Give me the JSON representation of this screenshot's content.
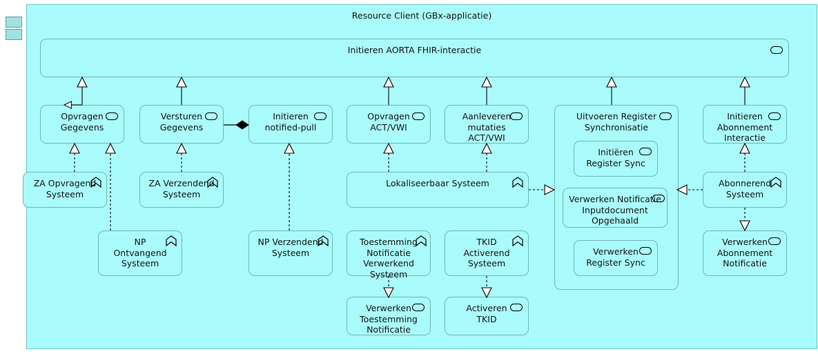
{
  "diagram": {
    "type": "archimate-application-diagram",
    "colors": {
      "fill": "#aafcfc",
      "stroke": "#6fb5b5",
      "container_stroke": "#6fc4c4",
      "notch_fill": "#9fe3e3",
      "text": "#131313",
      "relation": "#000000"
    }
  },
  "container": {
    "title": "Resource Client (GBx-applicatie)",
    "icon": "component-icon"
  },
  "root_process": {
    "label": "Initieren AORTA FHIR-interactie",
    "icon": "process-icon"
  },
  "nodes": [
    {
      "id": "opvragen_gegevens",
      "label": "Opvragen\nGegevens",
      "icon": "process-icon"
    },
    {
      "id": "versturen_gegevens",
      "label": "Versturen\nGegevens",
      "icon": "process-icon"
    },
    {
      "id": "initieren_notified_pull",
      "label": "Initieren\nnotified-pull",
      "icon": "process-icon"
    },
    {
      "id": "opvragen_act_vwi",
      "label": "Opvragen\nACT/VWI",
      "icon": "process-icon"
    },
    {
      "id": "aanleveren_mutaties",
      "label": "Aanleveren\nmutaties\nACT/VWI",
      "icon": "process-icon"
    },
    {
      "id": "uitvoeren_register_sync",
      "label": "Uitvoeren Register\nSynchronisatie",
      "icon": "process-icon"
    },
    {
      "id": "initieren_abonnement",
      "label": "Initieren\nAbonnement\nInteractie",
      "icon": "process-icon"
    },
    {
      "id": "initieren_register_sync",
      "label": "Initiëren\nRegister Sync",
      "icon": "process-icon"
    },
    {
      "id": "verwerken_notificatie",
      "label": "Verwerken Notificatie\nInputdocument\nOpgehaald",
      "icon": "process-icon"
    },
    {
      "id": "verwerken_register_sync",
      "label": "Verwerken\nRegister Sync",
      "icon": "process-icon"
    },
    {
      "id": "za_opvragend",
      "label": "ZA Opvragend\nSysteem",
      "icon": "role-icon"
    },
    {
      "id": "za_verzendend",
      "label": "ZA Verzendend\nSysteem",
      "icon": "role-icon"
    },
    {
      "id": "np_ontvangend",
      "label": "NP\nOntvangend\nSysteem",
      "icon": "role-icon"
    },
    {
      "id": "np_verzendend",
      "label": "NP Verzendend\nSysteem",
      "icon": "role-icon"
    },
    {
      "id": "lokaliseerbaar",
      "label": "Lokaliseerbaar Systeem",
      "icon": "role-icon"
    },
    {
      "id": "abonnerend",
      "label": "Abonnerend\nSysteem",
      "icon": "role-icon"
    },
    {
      "id": "toestemming_notificatie",
      "label": "Toestemming\nNotificatie\nVerwerkend\nSysteem",
      "icon": "role-icon"
    },
    {
      "id": "tkid_activerend",
      "label": "TKID\nActiverend\nSysteem",
      "icon": "role-icon"
    },
    {
      "id": "verwerken_toestemming",
      "label": "Verwerken\nToestemming\nNotificatie",
      "icon": "process-icon"
    },
    {
      "id": "activeren_tkid",
      "label": "Activeren\nTKID",
      "icon": "process-icon"
    },
    {
      "id": "verwerken_abonnement",
      "label": "Verwerken\nAbonnement\nNotificatie",
      "icon": "process-icon"
    }
  ],
  "relations": [
    {
      "from": "opvragen_gegevens",
      "to": "root_process",
      "type": "specialization"
    },
    {
      "from": "versturen_gegevens",
      "to": "root_process",
      "type": "specialization"
    },
    {
      "from": "opvragen_act_vwi",
      "to": "root_process",
      "type": "specialization"
    },
    {
      "from": "aanleveren_mutaties",
      "to": "root_process",
      "type": "specialization"
    },
    {
      "from": "uitvoeren_register_sync",
      "to": "root_process",
      "type": "specialization"
    },
    {
      "from": "initieren_abonnement",
      "to": "root_process",
      "type": "specialization"
    },
    {
      "from": "versturen_gegevens",
      "to": "initieren_notified_pull",
      "type": "composition"
    },
    {
      "from": "za_opvragend",
      "to": "opvragen_gegevens",
      "type": "realization"
    },
    {
      "from": "np_ontvangend",
      "to": "opvragen_gegevens",
      "type": "realization"
    },
    {
      "from": "za_verzendend",
      "to": "versturen_gegevens",
      "type": "realization"
    },
    {
      "from": "np_verzendend",
      "to": "initieren_notified_pull",
      "type": "realization"
    },
    {
      "from": "lokaliseerbaar",
      "to": "opvragen_act_vwi",
      "type": "realization"
    },
    {
      "from": "lokaliseerbaar",
      "to": "aanleveren_mutaties",
      "type": "realization"
    },
    {
      "from": "lokaliseerbaar",
      "to": "uitvoeren_register_sync",
      "type": "realization"
    },
    {
      "from": "abonnerend",
      "to": "initieren_abonnement",
      "type": "realization"
    },
    {
      "from": "abonnerend",
      "to": "verwerken_notificatie",
      "type": "realization"
    },
    {
      "from": "abonnerend",
      "to": "verwerken_abonnement",
      "type": "realization"
    },
    {
      "from": "toestemming_notificatie",
      "to": "verwerken_toestemming",
      "type": "realization"
    },
    {
      "from": "tkid_activerend",
      "to": "activeren_tkid",
      "type": "realization"
    }
  ]
}
